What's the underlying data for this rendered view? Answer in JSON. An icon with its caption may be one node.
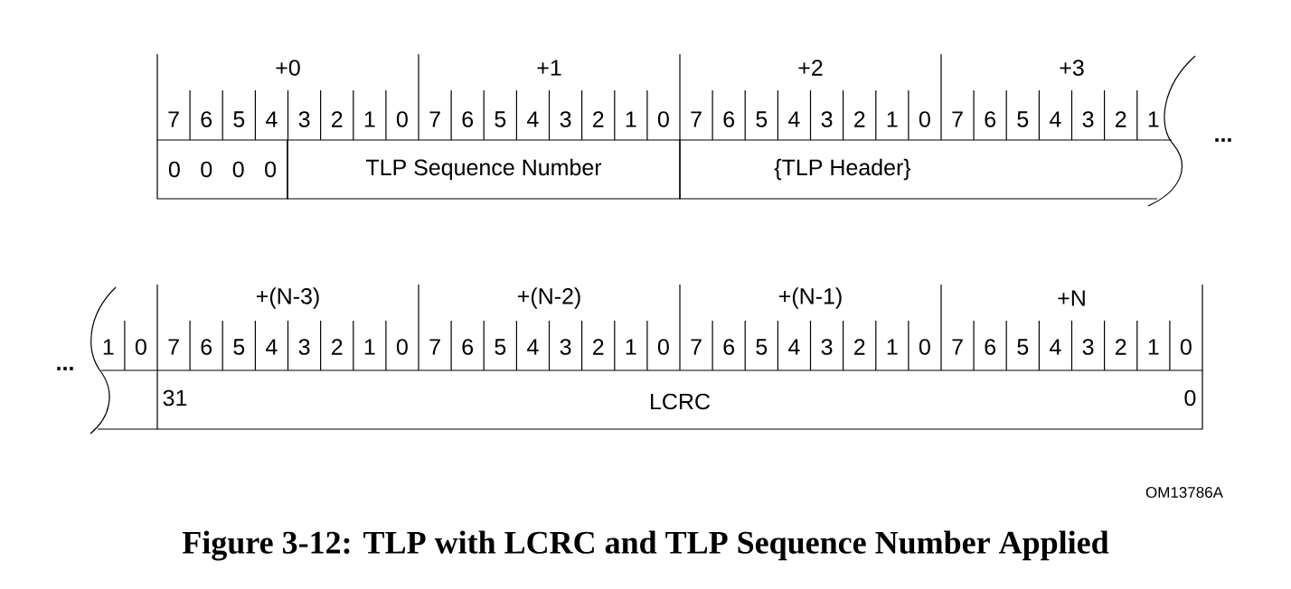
{
  "diagram": {
    "caption": "Figure 3-12:  TLP with LCRC and TLP Sequence Number Applied",
    "nodes": [
      {
        "text": [
          "0 0 0 0"
        ]
      },
      {
        "text": [
          "TLP Sequence Number"
        ]
      },
      {
        "text": [
          "{TLP Header}"
        ]
      },
      {
        "text": [
          "31",
          "LCRC",
          "0"
        ]
      }
    ],
    "labels": [
      "+0",
      "+1",
      "+2",
      "+3",
      "7",
      "6",
      "5",
      "4",
      "3",
      "2",
      "1",
      "0",
      "7",
      "6",
      "5",
      "4",
      "3",
      "2",
      "1",
      "0",
      "7",
      "6",
      "5",
      "4",
      "3",
      "2",
      "1",
      "0",
      "7",
      "6",
      "5",
      "4",
      "3",
      "2",
      "1",
      "...",
      "+(N-3)",
      "+(N-2)",
      "+(N-1)",
      "+N",
      "1",
      "0",
      "7",
      "6",
      "5",
      "4",
      "3",
      "2",
      "1",
      "0",
      "7",
      "6",
      "5",
      "4",
      "3",
      "2",
      "1",
      "0",
      "7",
      "6",
      "5",
      "4",
      "3",
      "2",
      "1",
      "0",
      "7",
      "6",
      "5",
      "4",
      "3",
      "2",
      "1",
      "0",
      "...",
      "OM13786A"
    ]
  }
}
